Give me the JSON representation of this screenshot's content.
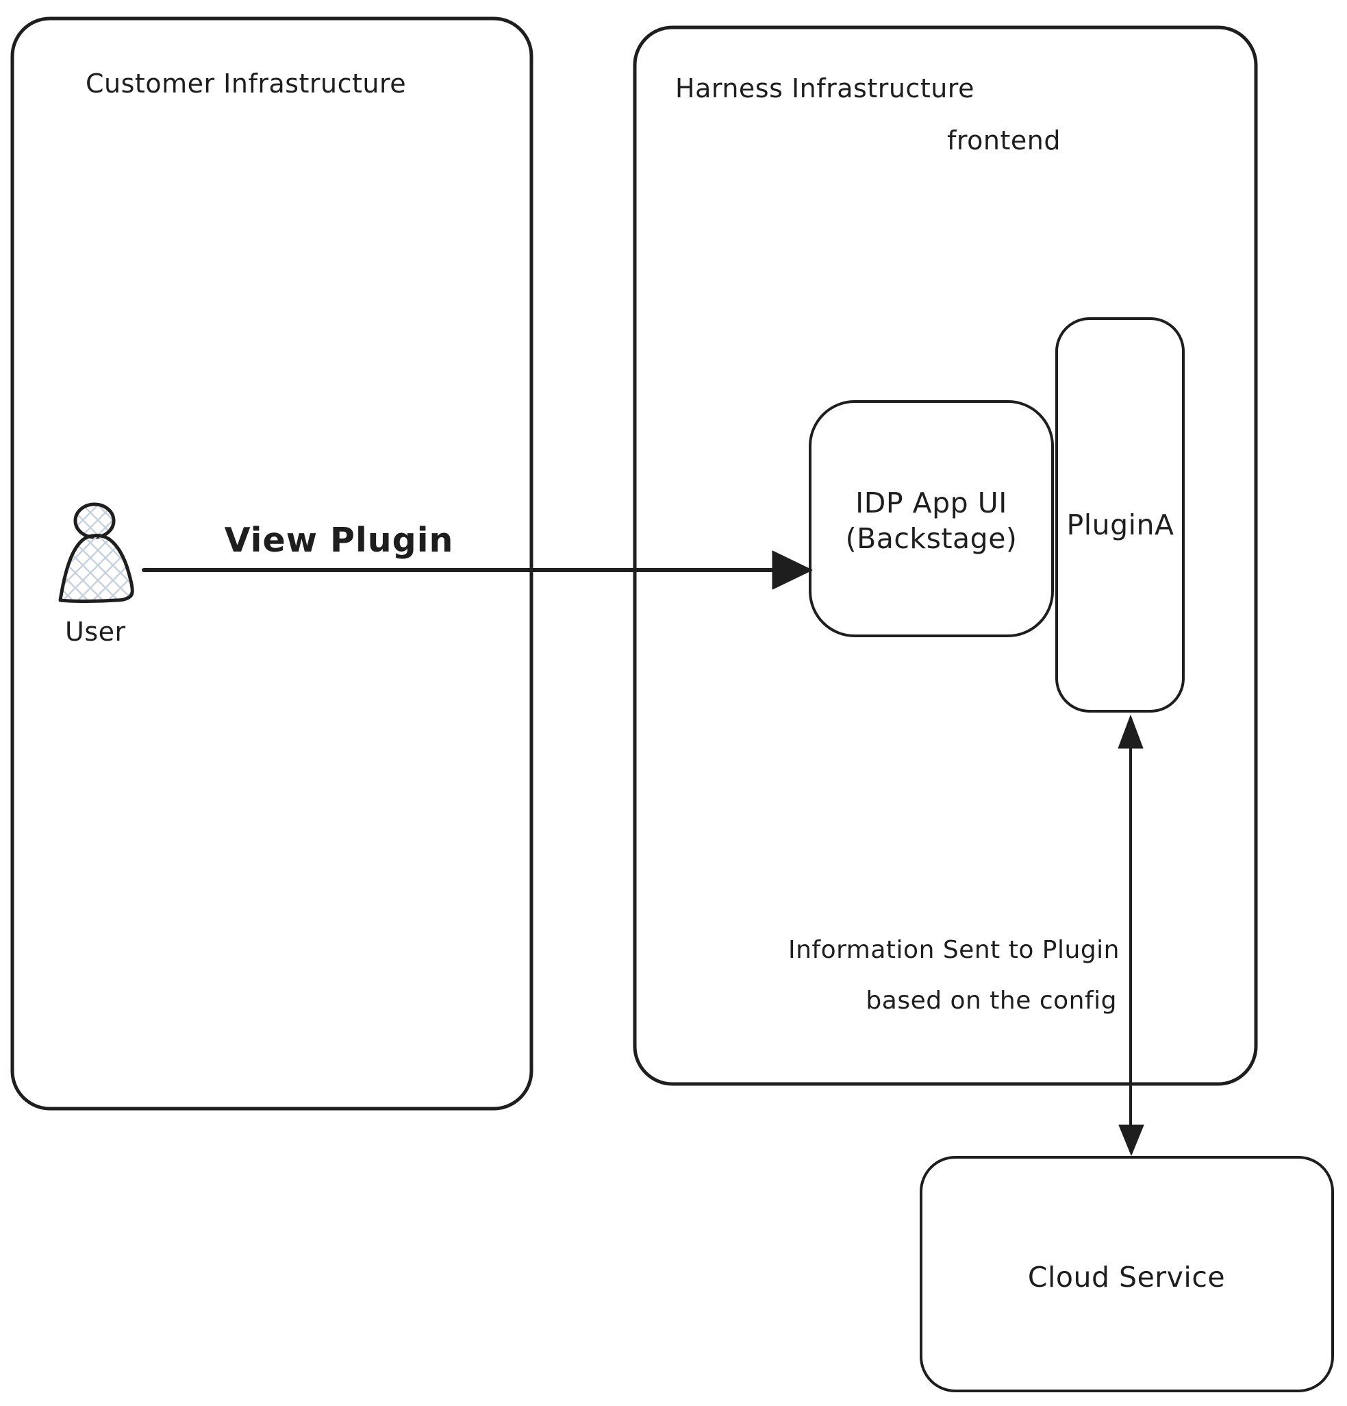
{
  "diagram": {
    "customer": {
      "title": "Customer Infrastructure",
      "user_label": "User"
    },
    "harness": {
      "title": "Harness Infrastructure",
      "frontend_label": "frontend"
    },
    "idp_box": {
      "line1": "IDP App UI",
      "line2": "(Backstage)"
    },
    "plugin_box": {
      "label": "PluginA"
    },
    "cloud_box": {
      "label": "Cloud Service"
    },
    "arrows": {
      "view_plugin_label": "View Plugin",
      "info_line1": "Information Sent to Plugin",
      "info_line2": "based on the config"
    },
    "colors": {
      "stroke": "#1e1e1e",
      "cloud_fill": "#a5d8fa",
      "hatch": "#c8d2de"
    }
  }
}
